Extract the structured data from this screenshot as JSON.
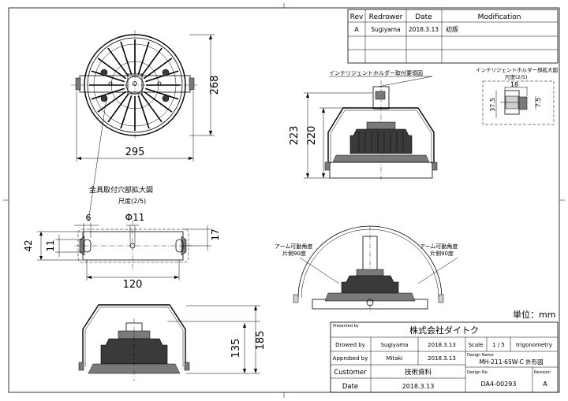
{
  "revision_table": {
    "headers": {
      "rev": "Rev",
      "redrower": "Redrower",
      "date": "Date",
      "modification": "Modification"
    },
    "rows": [
      {
        "rev": "A",
        "redrower": "Sugiyama",
        "date": "2018.3.13",
        "modification": "初版"
      }
    ]
  },
  "front_view": {
    "dim_height": "268",
    "dim_width": "295"
  },
  "holder_detail": {
    "title": "インテリジェントホルダー取付要領図",
    "enlarged_title": "インテリジェントホルダー部拡大図",
    "scale": "尺度(2/5)",
    "dim_18": "18",
    "dim_375": "37.5",
    "dim_75": "7.5"
  },
  "side_view": {
    "dim_223": "223",
    "dim_220": "220"
  },
  "bracket_detail": {
    "title": "金具取付穴部拡大図",
    "scale": "尺度(2/5)",
    "dim_6": "6",
    "dim_11_dia": "Φ11",
    "dim_42": "42",
    "dim_11": "11",
    "dim_17": "17",
    "dim_120": "120"
  },
  "arm_view": {
    "left_label_1": "アーム可動角度",
    "left_label_2": "片側90度",
    "right_label_1": "アーム可動角度",
    "right_label_2": "片側90度"
  },
  "bottom_view": {
    "dim_135": "135",
    "dim_185": "185"
  },
  "unit": "単位：mm",
  "title_block": {
    "presented_by": "Presented by",
    "company": "株式会社ダイトク",
    "drawn_by_label": "Drowed by",
    "drawn_by": "Sugiyama",
    "drawn_date": "2018.3.13",
    "scale_label": "Scale",
    "scale_value": "1 / 5",
    "projection": "trigonometry",
    "approved_by_label": "Approbed by",
    "approved_by": "Mitaki",
    "approved_date": "2018.3.13",
    "design_name_label": "Design Name",
    "design_name": "MH-211-65W-C 外形図",
    "customer_label": "Customer",
    "customer_value": "技術資料",
    "date_label": "Date",
    "date_value": "2018.3.13",
    "design_no_label": "Design No.",
    "design_no": "DA4-00293",
    "revision_label": "Revision",
    "revision": "A"
  }
}
